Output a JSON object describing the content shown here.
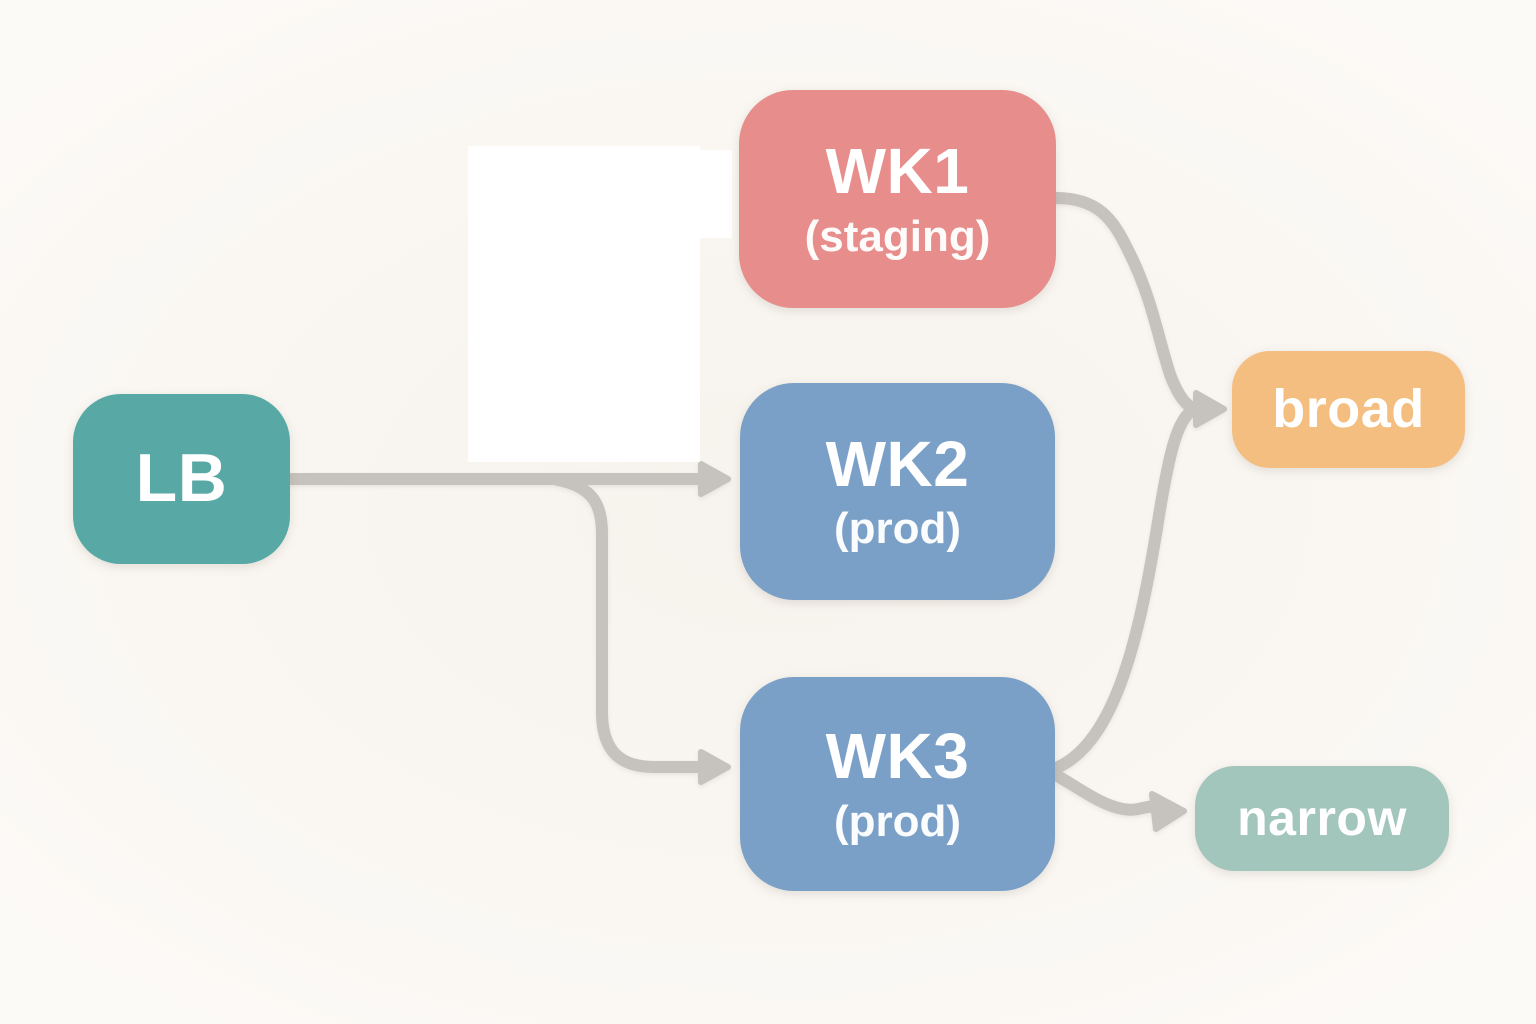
{
  "diagram": {
    "type": "flowchart",
    "description": "Load balancer routing to worker nodes with broad and narrow result paths",
    "nodes": {
      "lb": {
        "label": "LB",
        "color": "#58a9a5"
      },
      "wk1": {
        "label": "WK1",
        "sublabel": "(staging)",
        "color": "#e78d8b"
      },
      "wk2": {
        "label": "WK2",
        "sublabel": "(prod)",
        "color": "#7ba0c8"
      },
      "wk3": {
        "label": "WK3",
        "sublabel": "(prod)",
        "color": "#7ba0c8"
      },
      "broad": {
        "label": "broad",
        "color": "#f4be80"
      },
      "narrow": {
        "label": "narrow",
        "color": "#a2c5bc"
      }
    },
    "edges": [
      {
        "from": "LB",
        "to": "WK2"
      },
      {
        "from": "LB",
        "to": "WK3"
      },
      {
        "from": "WK1",
        "to": "broad"
      },
      {
        "from": "WK3",
        "to": "broad"
      },
      {
        "from": "WK3",
        "to": "narrow"
      }
    ]
  },
  "colors": {
    "background": "#faf8f5",
    "node-lb": "#58a9a5",
    "node-worker-staging": "#e78d8b",
    "node-worker-prod": "#7ba0c8",
    "node-broad": "#f4be80",
    "node-narrow": "#a2c5bc",
    "edge": "#c6c2bd",
    "node-text": "#ffffff",
    "mask": "#ffffff"
  }
}
